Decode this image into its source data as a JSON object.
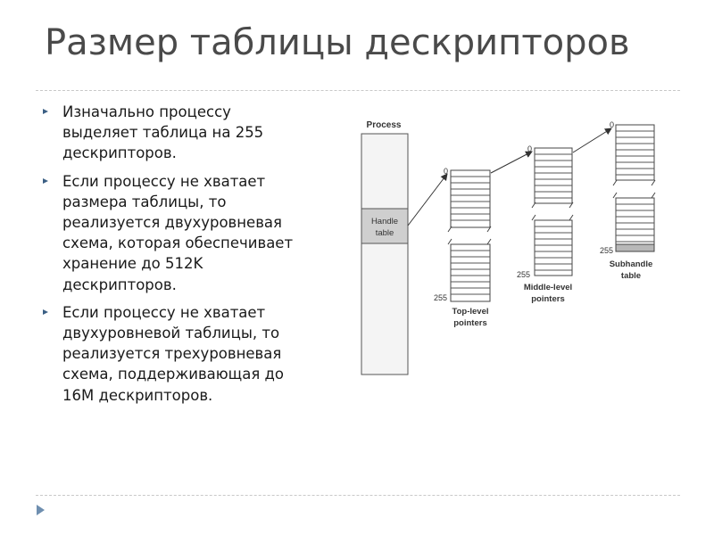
{
  "slide": {
    "title": "Размер таблицы дескрипторов",
    "bullets": [
      "Изначально процессу выделяет таблица на 255 дескрипторов.",
      "Если процессу не хватает размера таблицы, то реализуется двухуровневая схема, которая обеспечивает хранение до 512K дескрипторов.",
      "Если процессу не хватает двухуровневой таблицы, то реализуется трехуровневая схема, поддерживающая до 16M дескрипторов."
    ]
  },
  "diagram": {
    "process_label": "Process",
    "handle_table_line1": "Handle",
    "handle_table_line2": "table",
    "index_zero": "0",
    "index_255": "255",
    "top_level_line1": "Top-level",
    "top_level_line2": "pointers",
    "middle_level_line1": "Middle-level",
    "middle_level_line2": "pointers",
    "subhandle_line1": "Subhandle",
    "subhandle_line2": "table"
  },
  "colors": {
    "accent": "#3b5f84",
    "title_text": "#4a4a4a",
    "handle_fill": "#cfcfcf",
    "process_fill": "#f4f4f4"
  },
  "icons": {
    "bullet": "triangle-bullet-icon",
    "corner": "triangle-nav-icon"
  }
}
